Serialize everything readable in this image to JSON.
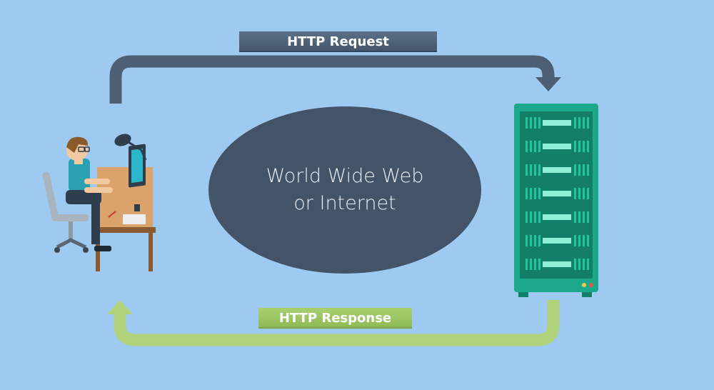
{
  "labels": {
    "request": "HTTP Request",
    "response": "HTTP Response",
    "web_line1": "World Wide Web",
    "web_line2": "or Internet"
  },
  "icons": {
    "client": "person-at-desk-icon",
    "server": "server-rack-icon",
    "lamp": "desk-lamp-icon"
  },
  "colors": {
    "background": "#9ec9f0",
    "request_arrow": "#4d5f74",
    "response_arrow": "#b0d27a",
    "internet_ellipse": "#435368",
    "server_body": "#1ca88b",
    "server_screen": "#137f69"
  }
}
